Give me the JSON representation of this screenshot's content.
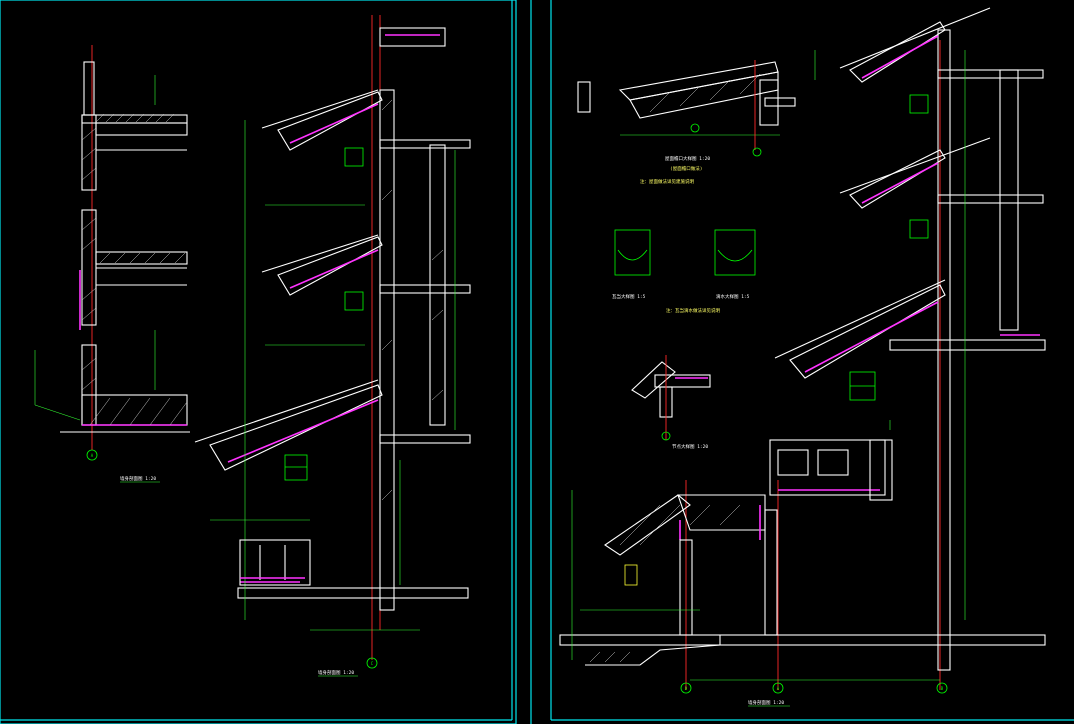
{
  "drawing": {
    "background": "#000000",
    "frame_color": "#00e5ee",
    "colors": {
      "wall": "#ffffff",
      "axis": "#ff2a2a",
      "dimension": "#33ff33",
      "membrane": "#ff33ff",
      "detail": "#00ff00",
      "text": "#f5f59a"
    },
    "left_sheet": {
      "section_titles": [
        "墙身剖面图 1:20",
        "墙身剖面图 1:20"
      ],
      "axis_labels": [
        "A",
        "C"
      ]
    },
    "right_sheet": {
      "section_titles": [
        "屋面檐口大样图 1:20",
        "瓦当大样图 1:5",
        "滴水大样图 1:5",
        "节点大样图 1:20",
        "墙身剖面图 1:20"
      ],
      "notes": [
        "(屋面檐口做法)",
        "注：屋面做法详见建施说明",
        "注：瓦当滴水做法详见说明"
      ],
      "axis_labels": [
        "D",
        "A",
        "B"
      ]
    }
  }
}
